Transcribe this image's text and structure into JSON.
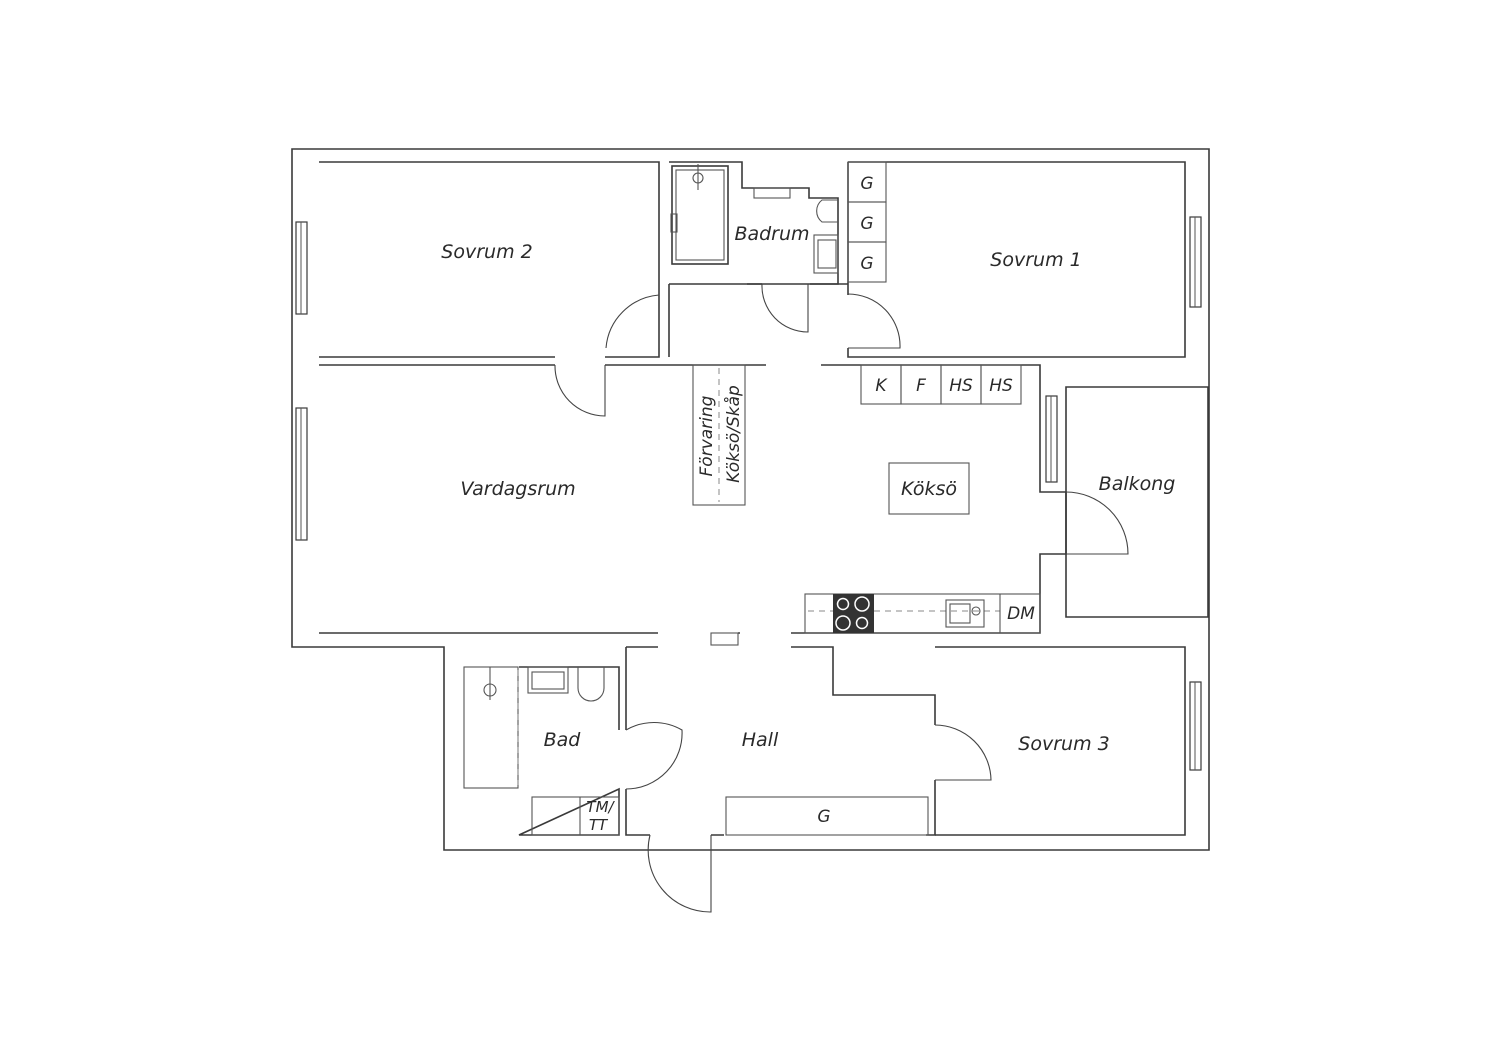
{
  "rooms": {
    "sovrum2": "Sovrum 2",
    "badrum": "Badrum",
    "sovrum1": "Sovrum 1",
    "vardagsrum": "Vardagsrum",
    "kokso": "Köksö",
    "balkong": "Balkong",
    "bad": "Bad",
    "hall": "Hall",
    "sovrum3": "Sovrum 3"
  },
  "labels": {
    "wardrobe_g": "G",
    "k": "K",
    "f": "F",
    "hs": "HS",
    "dm": "DM",
    "forvaring": "Förvaring",
    "kokso_skap": "Köksö/Skåp",
    "tm": "TM/",
    "tt": "TT"
  },
  "colors": {
    "wall": "#3a3a3a",
    "stove": "#333333"
  }
}
